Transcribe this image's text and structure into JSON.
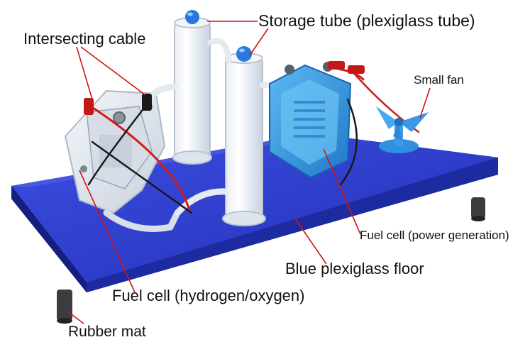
{
  "labels": {
    "storage_tube": "Storage tube (plexiglass tube)",
    "intersecting_cable": "Intersecting cable",
    "small_fan": "Small fan",
    "fuel_cell_power": "Fuel cell (power generation)",
    "blue_floor": "Blue plexiglass floor",
    "fuel_cell_hydrogen": "Fuel cell (hydrogen/oxygen)",
    "rubber_mat": "Rubber mat"
  },
  "colors": {
    "base_plate": "#2f3fd0",
    "base_plate_edge": "#1a2596",
    "fuel_cell_body": "#3aa0e8",
    "cap_blue": "#2a77e0",
    "cable_red": "#d21a1a",
    "cable_black": "#1a1a1a",
    "fan_blue": "#2f8fe0",
    "leader_line": "#d11414"
  }
}
